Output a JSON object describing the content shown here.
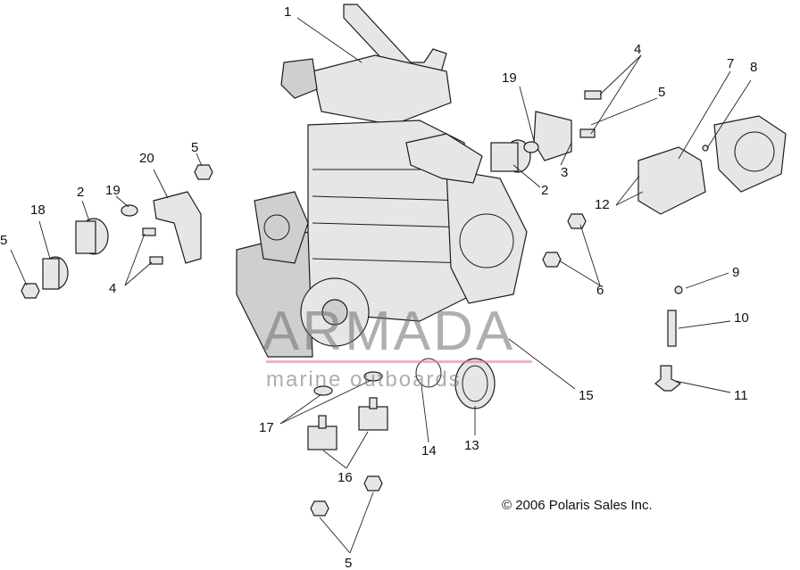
{
  "callouts": [
    {
      "id": "c1",
      "text": "1"
    },
    {
      "id": "c2a",
      "text": "2"
    },
    {
      "id": "c2b",
      "text": "2"
    },
    {
      "id": "c3",
      "text": "3"
    },
    {
      "id": "c4a",
      "text": "4"
    },
    {
      "id": "c4b",
      "text": "4"
    },
    {
      "id": "c5a",
      "text": "5"
    },
    {
      "id": "c5b",
      "text": "5"
    },
    {
      "id": "c5c",
      "text": "5"
    },
    {
      "id": "c5d",
      "text": "5"
    },
    {
      "id": "c6",
      "text": "6"
    },
    {
      "id": "c7",
      "text": "7"
    },
    {
      "id": "c8",
      "text": "8"
    },
    {
      "id": "c9",
      "text": "9"
    },
    {
      "id": "c10",
      "text": "10"
    },
    {
      "id": "c11",
      "text": "11"
    },
    {
      "id": "c12",
      "text": "12"
    },
    {
      "id": "c13",
      "text": "13"
    },
    {
      "id": "c14",
      "text": "14"
    },
    {
      "id": "c15",
      "text": "15"
    },
    {
      "id": "c16",
      "text": "16"
    },
    {
      "id": "c17",
      "text": "17"
    },
    {
      "id": "c18",
      "text": "18"
    },
    {
      "id": "c19a",
      "text": "19"
    },
    {
      "id": "c19b",
      "text": "19"
    },
    {
      "id": "c20",
      "text": "20"
    }
  ],
  "copyright": "© 2006 Polaris Sales Inc.",
  "watermark": {
    "brand": "ARMADA",
    "tagline": "marine outboards",
    "accent_color": "#e878aa"
  }
}
